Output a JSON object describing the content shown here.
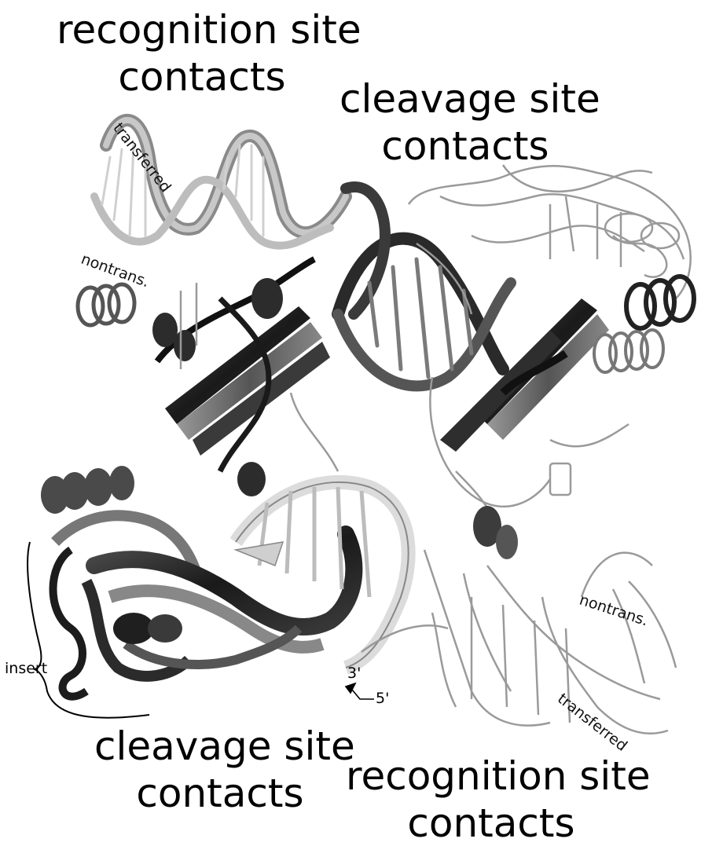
{
  "labels": {
    "top_left": {
      "line1": "recognition site",
      "line2": "contacts"
    },
    "top_right": {
      "line1": "cleavage site",
      "line2": "contacts"
    },
    "bottom_left": {
      "line1": "cleavage site",
      "line2": "contacts"
    },
    "bottom_right": {
      "line1": "recognition site",
      "line2": "contacts"
    }
  },
  "strands": {
    "transferred_top": "transferred",
    "nontrans_top": "nontrans.",
    "nontrans_bottom": "nontrans.",
    "transferred_bottom": "transferred"
  },
  "annotations": {
    "insert": "insert",
    "end_3": "3'",
    "end_5": "5'"
  },
  "colors": {
    "dark_ribbon": "#1e1e1e",
    "mid_ribbon": "#6a6a6a",
    "light_ribbon": "#bdbdbd",
    "outline": "#9a9a9a"
  }
}
